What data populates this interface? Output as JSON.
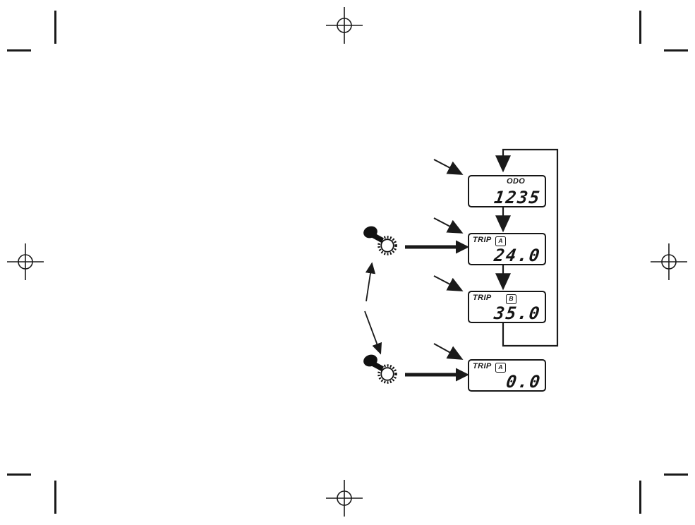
{
  "page": {
    "background_color": "#ffffff",
    "ink_color": "#1a1a1a"
  },
  "diagram": {
    "displays": [
      {
        "name": "odometer-display",
        "label": "ODO",
        "badge": "",
        "value": "1235"
      },
      {
        "name": "trip-a-display",
        "label": "TRIP",
        "badge": "A",
        "value": "24.0"
      },
      {
        "name": "trip-b-display",
        "label": "TRIP",
        "badge": "B",
        "value": "35.0"
      },
      {
        "name": "trip-a-reset-display",
        "label": "TRIP",
        "badge": "A",
        "value": "0.0"
      }
    ],
    "icons": {
      "press_knob": "press-knob-icon",
      "registration_target": "registration-target-icon",
      "crop_mark": "crop-mark"
    }
  }
}
